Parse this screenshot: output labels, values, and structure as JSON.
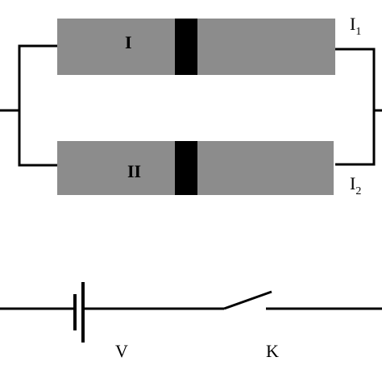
{
  "diagram": {
    "components": {
      "tube_top": {
        "label": "I"
      },
      "tube_bottom": {
        "label": "II"
      },
      "current_top": {
        "symbol": "I",
        "subscript": "1"
      },
      "current_bottom": {
        "symbol": "I",
        "subscript": "2"
      },
      "source": {
        "label": "V"
      },
      "switch": {
        "label": "K"
      }
    },
    "colors": {
      "wire": "#000000",
      "tube_fill": "#8c8c8c",
      "separator": "#000000",
      "background": "#ffffff"
    }
  }
}
